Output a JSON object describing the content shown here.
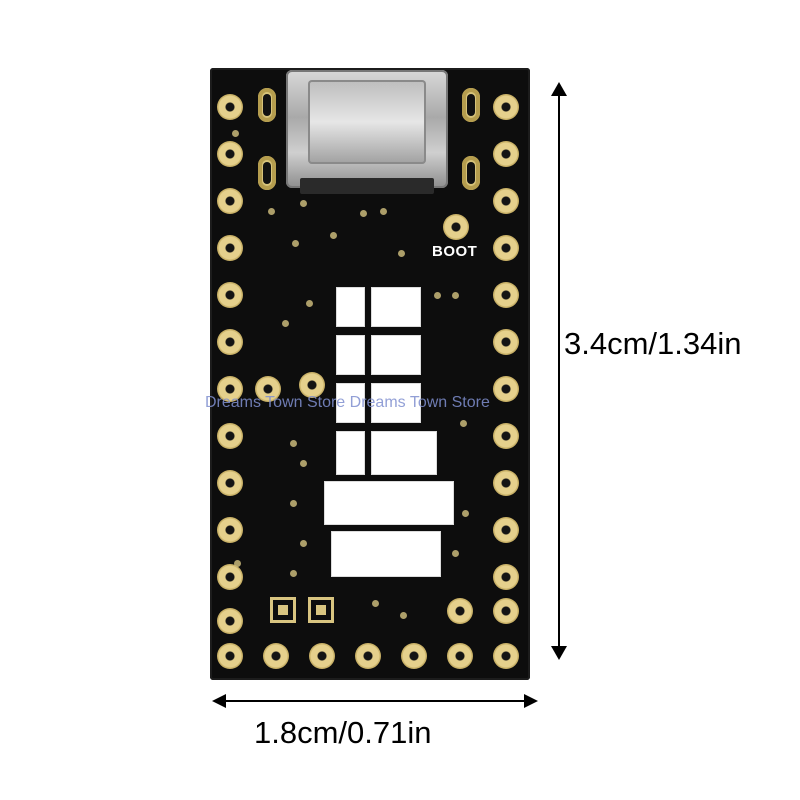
{
  "image": {
    "alt_subject": "black microcontroller development board with USB-C connector and gold castellated pins"
  },
  "labels": {
    "boot": "BOOT",
    "watermark": "Dreams Town Store Dreams Town Store",
    "height_dimension": "3.4cm/1.34in",
    "width_dimension": "1.8cm/0.71in"
  },
  "colors": {
    "board": "#0d0d0d",
    "pad_gold": "#e5d08c",
    "connector_silver": "#bdbdbd",
    "dimension_line": "#000000",
    "watermark": "#7f8fcf"
  }
}
